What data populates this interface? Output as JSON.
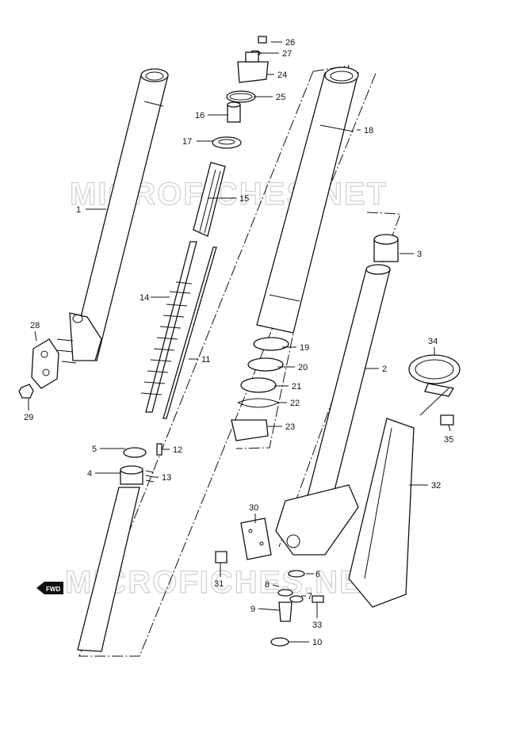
{
  "watermark": "MICROFICHES.NET",
  "fwd_label": "FWD",
  "callouts": [
    "1",
    "2",
    "3",
    "4",
    "5",
    "6",
    "7",
    "8",
    "9",
    "10",
    "11",
    "12",
    "13",
    "14",
    "15",
    "16",
    "17",
    "18",
    "19",
    "20",
    "21",
    "22",
    "23",
    "24",
    "25",
    "26",
    "27",
    "28",
    "29",
    "30",
    "31",
    "32",
    "33",
    "34",
    "35"
  ]
}
